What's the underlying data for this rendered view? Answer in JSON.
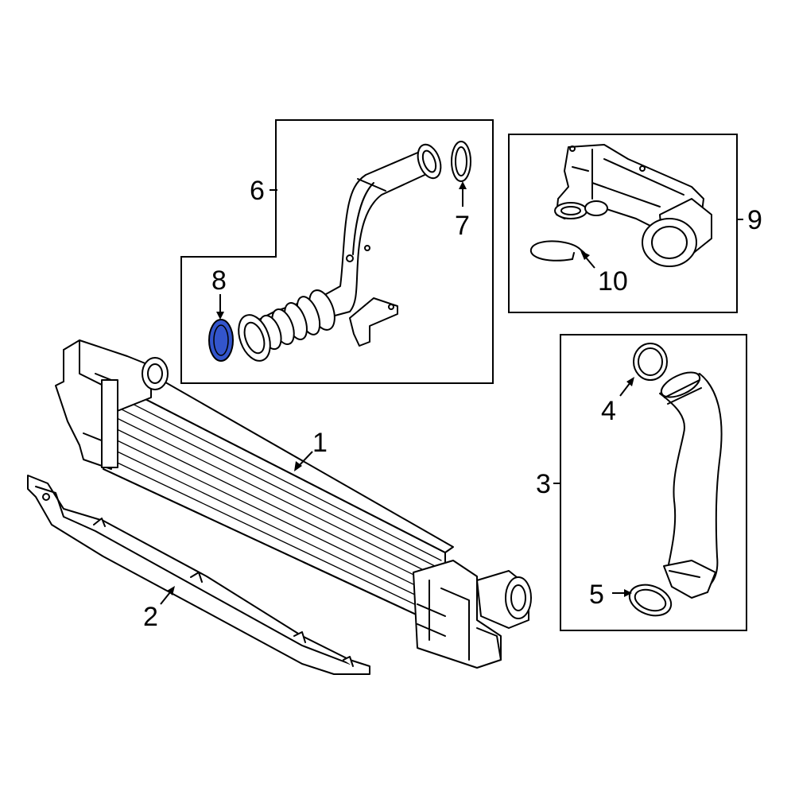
{
  "diagram": {
    "highlight_color": "#3355cc",
    "callouts": [
      {
        "id": "c1",
        "text": "1"
      },
      {
        "id": "c2",
        "text": "2"
      },
      {
        "id": "c3",
        "text": "3"
      },
      {
        "id": "c4",
        "text": "4"
      },
      {
        "id": "c5",
        "text": "5"
      },
      {
        "id": "c6",
        "text": "6"
      },
      {
        "id": "c7",
        "text": "7"
      },
      {
        "id": "c8",
        "text": "8"
      },
      {
        "id": "c9",
        "text": "9"
      },
      {
        "id": "c10",
        "text": "10"
      }
    ],
    "highlighted_part": "8"
  }
}
